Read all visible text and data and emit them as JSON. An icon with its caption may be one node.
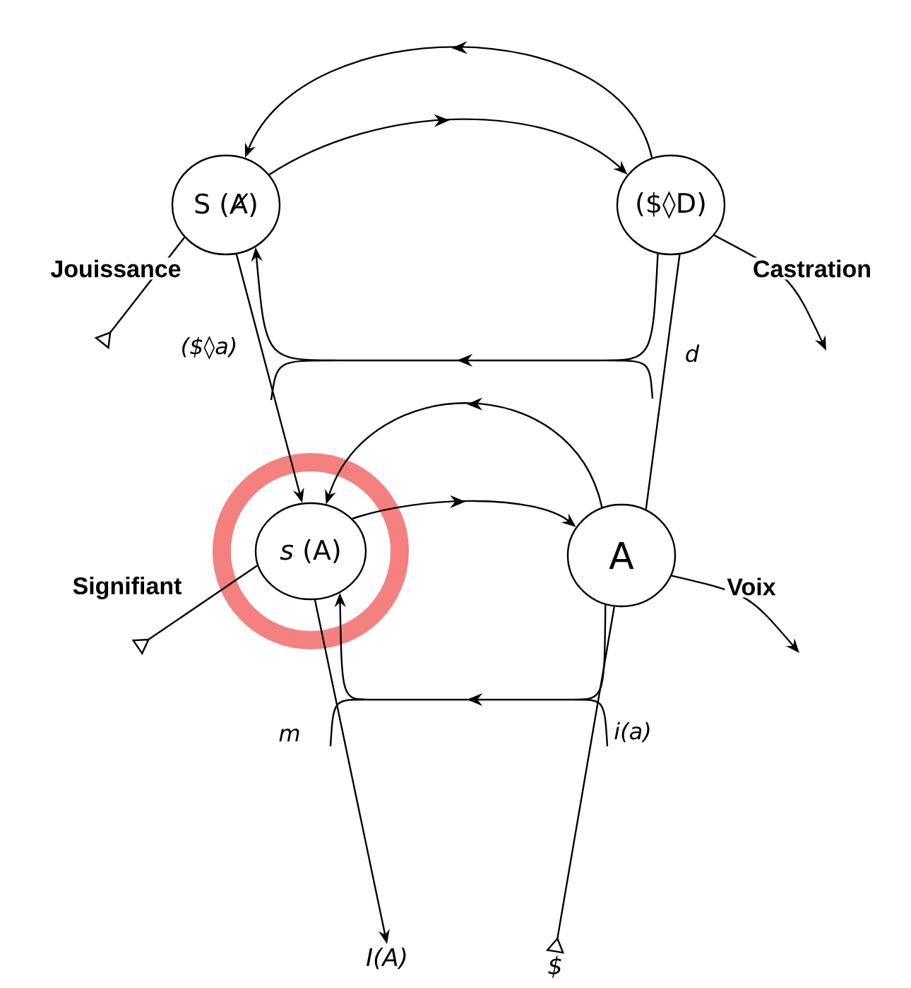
{
  "diagram": {
    "nodes": [
      {
        "text": [
          "S (Ⱥ)"
        ]
      },
      {
        "text": [
          "($◊D)"
        ]
      },
      {
        "text": [
          "*s* (A)"
        ]
      },
      {
        "text": [
          "A"
        ]
      },
      {
        "text": [
          "I(A)"
        ]
      },
      {
        "text": [
          "$"
        ]
      }
    ],
    "edges": [
      {
        "from": 1,
        "to": 0,
        "arrow": "to"
      },
      {
        "from": 0,
        "to": 1,
        "arrow": "to"
      },
      {
        "from": null,
        "to": 0,
        "arrow": "other",
        "label": "Jouissance"
      },
      {
        "from": 1,
        "to": null,
        "arrow": "to",
        "label": "Castration"
      },
      {
        "from": 0,
        "to": 2,
        "arrow": "to"
      },
      {
        "from": 1,
        "to": 3,
        "arrow": "none"
      },
      {
        "from": 1,
        "to": 0,
        "arrow": "to"
      },
      {
        "from": 3,
        "to": 2,
        "arrow": "to"
      },
      {
        "from": 2,
        "to": 3,
        "arrow": "to"
      },
      {
        "from": null,
        "to": 2,
        "arrow": "other",
        "label": "Signifiant"
      },
      {
        "from": 3,
        "to": null,
        "arrow": "to",
        "label": "Voix"
      },
      {
        "from": 2,
        "to": 4,
        "arrow": "to"
      },
      {
        "from": 5,
        "to": 3,
        "arrow": "other"
      },
      {
        "from": 3,
        "to": 2,
        "arrow": "to"
      }
    ],
    "labels": [
      "($◊a)",
      "d",
      "m",
      "i(a)"
    ]
  }
}
